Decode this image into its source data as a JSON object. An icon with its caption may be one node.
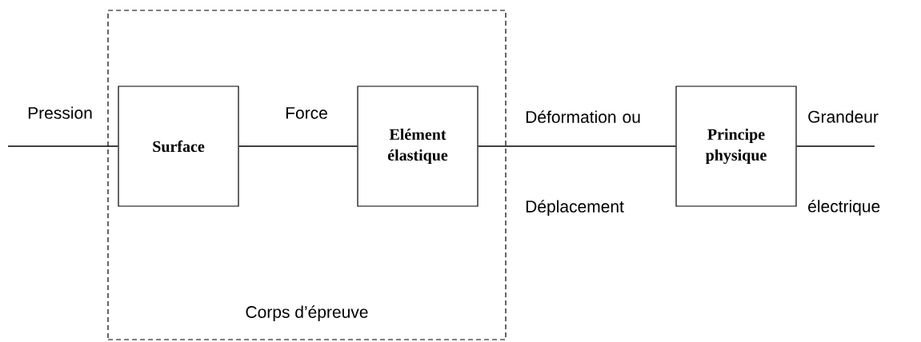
{
  "diagram": {
    "nodes": [
      {
        "text": [
          "Corps d’épreuve"
        ]
      },
      {
        "text": [
          "Surface"
        ],
        "in": 0
      },
      {
        "text": [
          "Elément élastique"
        ],
        "in": 0
      },
      {
        "text": [
          "Principe physique"
        ]
      }
    ],
    "edges": [
      {
        "from": null,
        "to": 1,
        "arrow": "none",
        "label": "Pression"
      },
      {
        "from": 1,
        "to": 2,
        "arrow": "none",
        "label": "Force"
      },
      {
        "from": 2,
        "to": 3,
        "arrow": "none",
        "label": "Déformation ou Déplacement"
      },
      {
        "from": 3,
        "to": null,
        "arrow": "none",
        "label": "Grandeur électrique"
      }
    ]
  }
}
